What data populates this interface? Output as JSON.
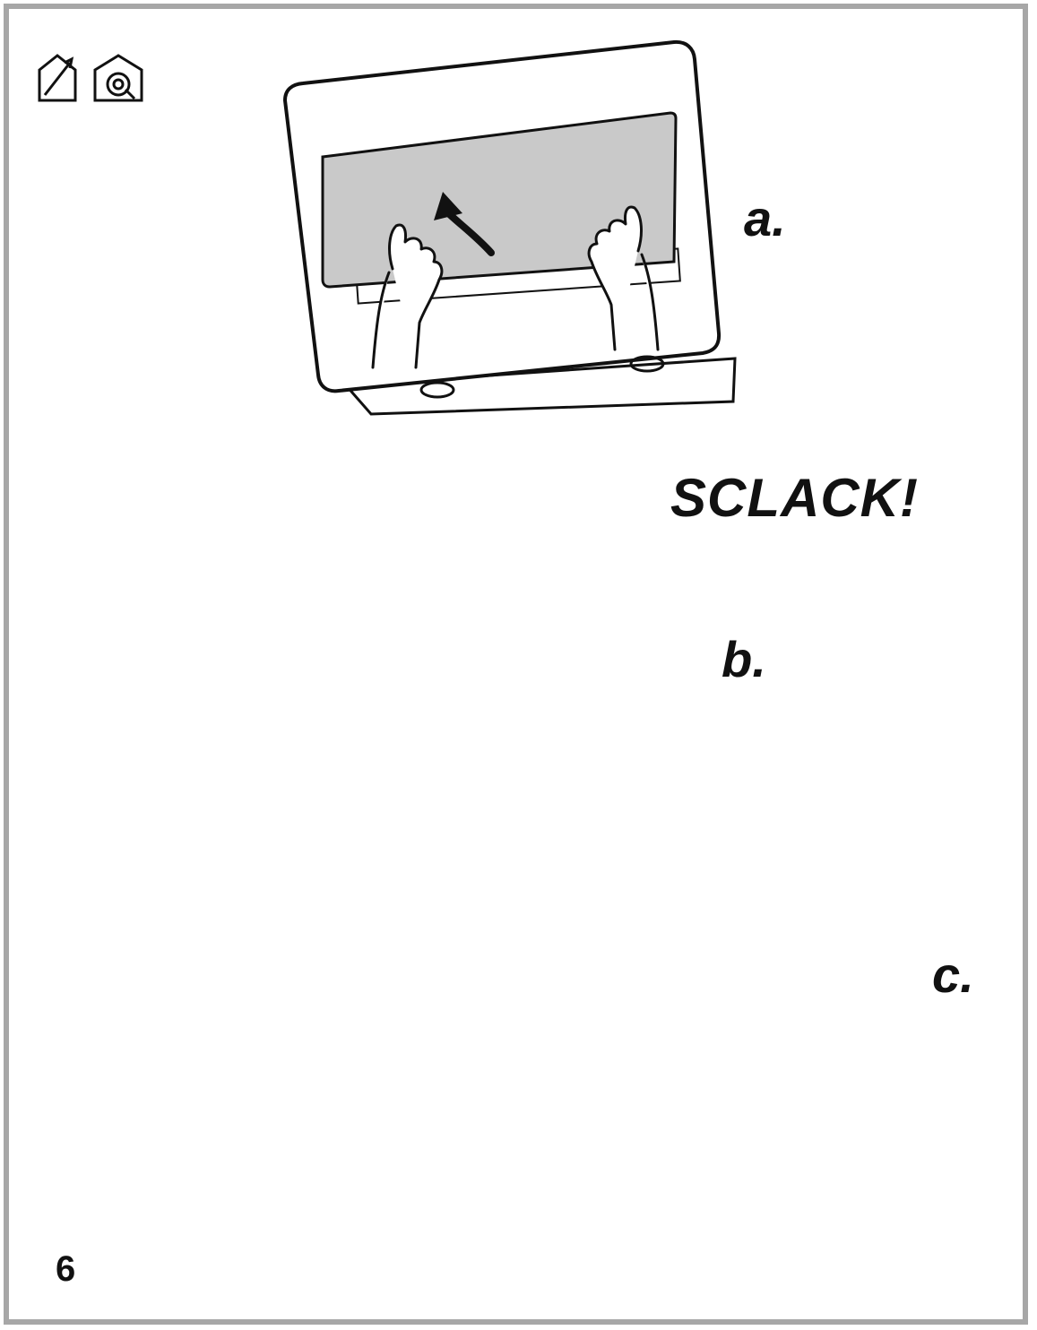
{
  "steps": {
    "a": "a.",
    "b": "b.",
    "c": "c."
  },
  "callout": "SCLACK!",
  "page_number": "6",
  "icons": [
    "installer-house-icon",
    "user-house-icon"
  ],
  "colors": {
    "frame": "#a7a7a7",
    "filter_panel": "#c9c9c9",
    "glass_edge": "#9b9b9b",
    "ink": "#111111"
  }
}
